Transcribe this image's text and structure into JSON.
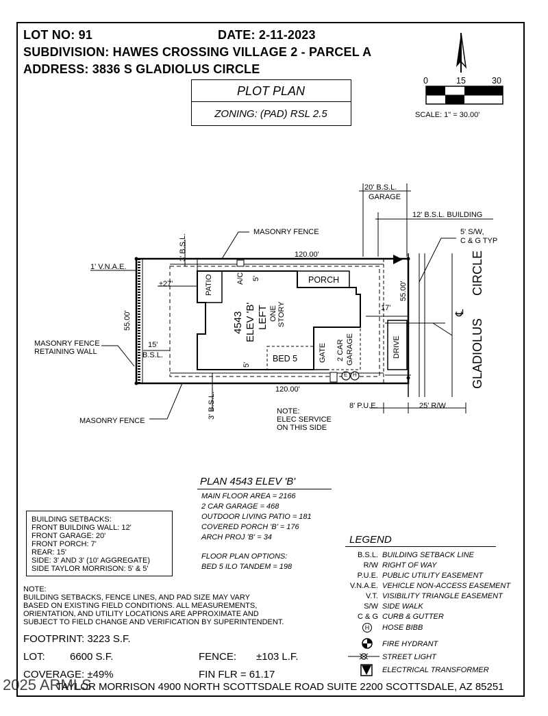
{
  "header": {
    "lot": "LOT NO: 91",
    "date": "DATE: 2-11-2023",
    "subdivision": "SUBDIVISION: HAWES CROSSING VILLAGE 2 - PARCEL A",
    "address": "ADDRESS: 3836 S GLADIOLUS CIRCLE"
  },
  "title_block": {
    "title": "PLOT PLAN",
    "zoning": "ZONING: (PAD) RSL 2.5"
  },
  "scale_bar": {
    "tick0": "0",
    "tick15": "15",
    "tick30": "30",
    "scale": "SCALE: 1\" = 30.00'"
  },
  "plan_labels": {
    "bsl20": "20' B.S.L.",
    "garage_word": "GARAGE",
    "bsl12": "12' B.S.L. BUILDING",
    "sw1": "5' S/W,",
    "sw2": "C & G TYP",
    "masonry_fence_top": "MASONRY FENCE",
    "bsl3_top": "3' B.S.L.",
    "dim120_top": "120.00'",
    "vnae": "1' V.N.A.E.",
    "pm27": "±27'",
    "patio": "PATIO",
    "ac": "A/C",
    "five_top": "5'",
    "porch": "PORCH",
    "dim55_right": "55.00'",
    "dim55_left": "55.00'",
    "plan_no": "4543",
    "elev": "ELEV 'B'",
    "left": "LEFT",
    "one": "ONE",
    "story": "STORY",
    "seventeen": "17'",
    "masonry_fence_ret1": "MASONRY FENCE",
    "masonry_fence_ret2": "RETAINING WALL",
    "fifteen": "15'",
    "bsl_left": "B.S.L.",
    "bed5": "BED 5",
    "gate": "GATE",
    "car2": "2 CAR",
    "garage": "GARAGE",
    "drive": "DRIVE",
    "five_bot": "5'",
    "dim120_bot": "120.00'",
    "pue": "8' P.U.E.",
    "rw25": "25' R/W",
    "masonry_fence_bot": "MASONRY FENCE",
    "bsl3_bot": "3' B.S.L.",
    "note1": "NOTE:",
    "note2": "ELEC SERVICE",
    "note3": "ON THIS SIDE",
    "street1": "CIRCLE",
    "street2": "GLADIOLUS",
    "centerline": "℄",
    "hose": "H",
    "elec": "E"
  },
  "plan_info": {
    "title": "PLAN 4543 ELEV 'B'",
    "lines": [
      "MAIN FLOOR AREA = 2166",
      "2 CAR GARAGE = 468",
      "OUTDOOR LIVING PATIO = 181",
      "COVERED PORCH 'B' = 176",
      "ARCH PROJ 'B' = 34"
    ],
    "options_title": "FLOOR PLAN OPTIONS:",
    "options": [
      "BED 5 ILO TANDEM = 198"
    ]
  },
  "setbacks": {
    "lines": [
      "BUILDING SETBACKS:",
      "FRONT BUILDING WALL: 12'",
      "FRONT GARAGE: 20'",
      "FRONT PORCH: 7'",
      "REAR: 15'",
      "SIDE: 3' AND 3' (10' AGGREGATE)",
      "SIDE TAYLOR MORRISON: 5' & 5'"
    ]
  },
  "legend": {
    "title": "LEGEND",
    "items": [
      {
        "abbr": "B.S.L.",
        "desc": "BUILDING SETBACK LINE"
      },
      {
        "abbr": "R/W",
        "desc": "RIGHT OF WAY"
      },
      {
        "abbr": "P.U.E.",
        "desc": "PUBLIC UTILITY EASEMENT"
      },
      {
        "abbr": "V.N.A.E.",
        "desc": "VEHICLE NON-ACCESS EASEMENT"
      },
      {
        "abbr": "V.T.",
        "desc": "VISIBILITY TRIANGLE EASEMENT"
      },
      {
        "abbr": "S/W",
        "desc": "SIDE WALK"
      },
      {
        "abbr": "C & G",
        "desc": "CURB & GUTTER"
      }
    ],
    "symbols": [
      {
        "glyph": "H",
        "desc": "HOSE BIBB"
      },
      {
        "glyph": "",
        "desc": "FIRE HYDRANT"
      },
      {
        "glyph": "",
        "desc": "STREET LIGHT"
      },
      {
        "glyph": "",
        "desc": "ELECTRICAL TRANSFORMER"
      }
    ]
  },
  "notes": {
    "lines": [
      "NOTE:",
      "BUILDING SETBACKS, FENCE LINES, AND PAD SIZE MAY VARY",
      "BASED ON EXISTING FIELD CONDITIONS.  ALL MEASUREMENTS,",
      "ORIENTATION, AND UTILITY LOCATIONS ARE APPROXIMATE AND",
      "SUBJECT TO FIELD CHANGE AND VERIFICATION BY SUPERINTENDENT."
    ]
  },
  "stats": {
    "footprint": "FOOTPRINT: 3223 S.F.",
    "lot_label": "LOT:",
    "lot_value": "6600 S.F.",
    "fence_label": "FENCE:",
    "fence_value": "±103 L.F.",
    "coverage": "COVERAGE: ±49%",
    "fin_flr": "FIN FLR = 61.17"
  },
  "footer": {
    "watermark": "2025 ARMLS",
    "company": "TAYLOR MORRISON 4900 NORTH SCOTTSDALE ROAD SUITE 2200 SCOTTSDALE, AZ  85251"
  }
}
